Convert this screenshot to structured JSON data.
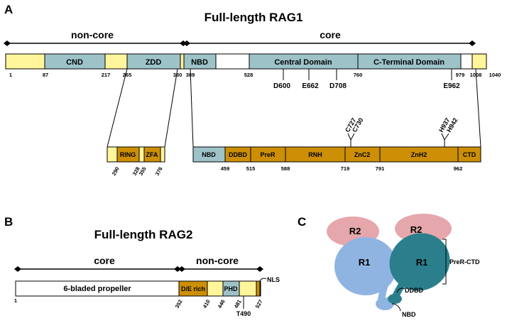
{
  "panels": {
    "a": "A",
    "b": "B",
    "c": "C"
  },
  "rag1": {
    "title": "Full-length RAG1",
    "noncore": "non-core",
    "core": "core",
    "domains": {
      "cnd": "CND",
      "zdd": "ZDD",
      "nbd": "NBD",
      "central": "Central Domain",
      "cterm": "C-Terminal Domain"
    },
    "positions": [
      "1",
      "87",
      "217",
      "265",
      "380",
      "389",
      "528",
      "760",
      "979",
      "1008",
      "1040"
    ],
    "residues": {
      "d600": "D600",
      "e662": "E662",
      "d708": "D708",
      "e962": "E962"
    },
    "zoom_left": {
      "ring": "RING",
      "zfa": "ZFA",
      "positions": [
        "290",
        "328",
        "355",
        "376"
      ]
    },
    "zoom_right": {
      "domains": {
        "nbd": "NBD",
        "ddbd": "DDBD",
        "prer": "PreR",
        "rnh": "RNH",
        "znc2": "ZnC2",
        "znh2": "ZnH2",
        "ctd": "CTD"
      },
      "positions": [
        "459",
        "515",
        "588",
        "719",
        "791",
        "962"
      ],
      "residues": {
        "c727": "C727",
        "c730": "C730",
        "h937": "H937",
        "h942": "H942"
      }
    }
  },
  "rag2": {
    "title": "Full-length RAG2",
    "core": "core",
    "noncore": "non-core",
    "domains": {
      "propeller": "6-bladed propeller",
      "de_rich": "D/E rich",
      "phd": "PHD"
    },
    "positions": [
      "1",
      "352",
      "410",
      "446",
      "481",
      "527"
    ],
    "t490": "T490",
    "nls": "NLS"
  },
  "model": {
    "r2_left": "R2",
    "r2_right": "R2",
    "r1_left": "R1",
    "r1_right": "R1",
    "prer_ctd": "PreR-CTD",
    "ddbd": "DDBD",
    "nbd": "NBD"
  },
  "colors": {
    "yellow": "#fff59a",
    "teal_grey": "#9dc3c9",
    "gold": "#cc8f05",
    "pink": "#e5a7ab",
    "light_blue": "#90b4e2",
    "dark_teal": "#2b7f8c"
  }
}
